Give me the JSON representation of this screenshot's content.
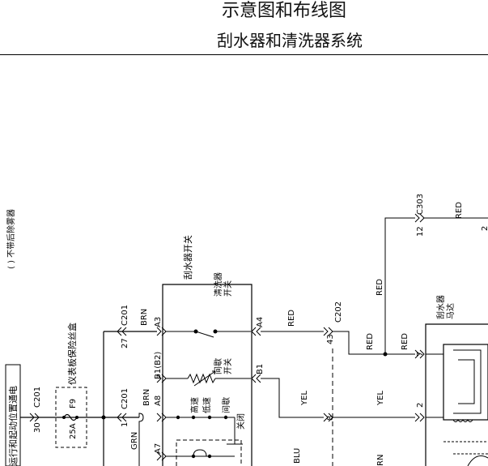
{
  "header": {
    "title": "示意图和布线图",
    "subtitle": "刮水器和清洗器系统"
  },
  "notes": {
    "rear_defog": "( ) 不带后除雾器",
    "run_start_power": "运行和起动位置通电"
  },
  "components": {
    "fuse_block": "仪表板保险丝盒",
    "fuse_name": "F9",
    "fuse_rating": "25A",
    "wiper_switch": "刮水器开关",
    "washer_switch": "清洗器\n开关",
    "interval_switch": "间歇\n开关",
    "high_speed": "高速",
    "low_speed": "低速",
    "intermittent": "间歇",
    "off": "关闭",
    "wiper_motor": "刮水器\n马达"
  },
  "connectors": {
    "c201": "C201",
    "c202": "C202",
    "c303": "C303"
  },
  "pins": {
    "p30": "30",
    "p27": "27",
    "p1": "1",
    "p43": "43",
    "p8": "8",
    "p12": "12",
    "p7": "7",
    "p2": "2",
    "p2b": "2",
    "a3": "A3",
    "a4": "A4",
    "a7": "A7",
    "a8": "A8",
    "b1b2": "B1(B2)",
    "b1": "B1"
  },
  "wires": {
    "brn": "BRN",
    "brn2": "BRN",
    "grn": "GRN",
    "red1": "RED",
    "red2": "RED",
    "red3": "RED",
    "red4": "RED",
    "red5": "RED",
    "yel1": "YEL",
    "yel2": "YEL",
    "blu": "BLU",
    "rn": "RN"
  },
  "colors": {
    "line": "#000000",
    "background": "#ffffff"
  }
}
